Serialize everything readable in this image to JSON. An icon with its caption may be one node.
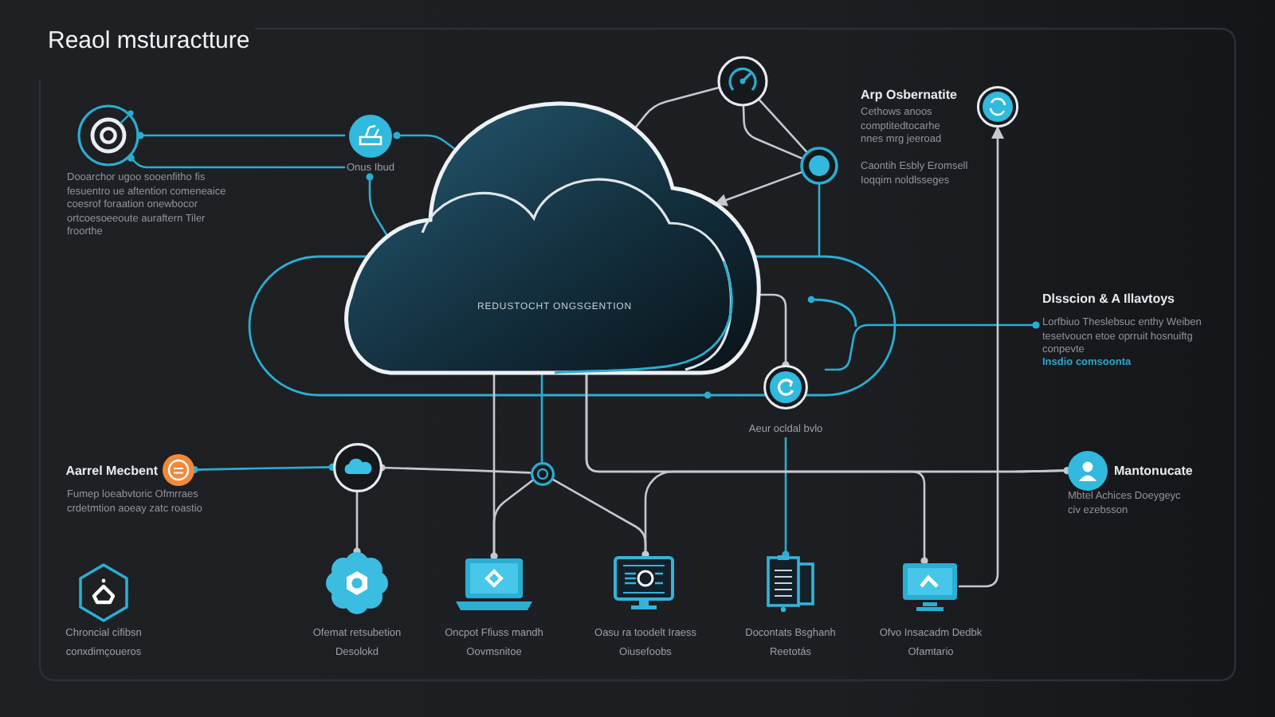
{
  "diagram": {
    "title": "Reaol msturactture",
    "nodes": [
      {
        "text": [],
        "shape": "circle",
        "beside": [
          "Dooarchor ugoo sooenfitho fis fesuentro ue aftention comeneaice coesrof foraation onewbocor ortcoesoeeoute auraftern Tiler froorthe"
        ]
      },
      {
        "text": [
          "Onus Ibud"
        ]
      },
      {
        "text": [
          "REDUSTOCHT ONGSGENTION"
        ]
      },
      {
        "text": [],
        "shape": "circle"
      },
      {
        "text": [],
        "shape": "circle",
        "beside": [
          "Caontih Esbly Eromsell Ioqqim noldlsseges"
        ]
      },
      {
        "text": [],
        "shape": "circle",
        "beside": [
          "Arp Osbernatite",
          "Cethows anoos comptitedtocarhe nnes mrg jeeroad"
        ]
      },
      {
        "text": [
          "Dlsscion & A Illavtoys",
          "Lorfbiuo Theslebsuc enthy Weiben tesetvoucn etoe oprruit hosnuiftg conpevte",
          "Insdio comsoonta"
        ]
      },
      {
        "text": [
          "Aeur ocldal bvlo"
        ]
      },
      {
        "text": [],
        "shape": "circle",
        "beside": [
          "Aarrel Mecbent",
          "Fumep loeabvtoric Ofmrraes crdetmtion aoeay zatc roastio"
        ]
      },
      {
        "text": [],
        "shape": "circle"
      },
      {
        "text": [],
        "shape": "circle"
      },
      {
        "text": [],
        "shape": "circle",
        "beside": [
          "Mantonucate",
          "Mbtel Achices Doeygeyc civ ezebsson"
        ]
      },
      {
        "text": [],
        "shape": "hexagon",
        "beside": [
          "Chroncial cifibsn conxdimçoueros"
        ]
      },
      {
        "text": [],
        "shape": "picture",
        "beside": [
          "Ofemat retsubetion Desolokd"
        ]
      },
      {
        "text": [],
        "shape": "picture",
        "beside": [
          "Oncpot Ffiuss mandh Oovmsnitoe"
        ]
      },
      {
        "text": [],
        "shape": "picture",
        "beside": [
          "Oasu ra toodelt Iraess Oiusefoobs"
        ]
      },
      {
        "text": [],
        "shape": "picture",
        "beside": [
          "Docontats Bsghanh Reetotás"
        ]
      },
      {
        "text": [],
        "shape": "picture",
        "beside": [
          "Ofvo Insacadm Dedbk Ofamtario"
        ]
      }
    ],
    "edges": [
      {
        "from": 0,
        "to": 1,
        "arrow": "other",
        "color": "#2aaed0"
      },
      {
        "from": 0,
        "to": 1,
        "arrow": "other",
        "color": "#2aaed0"
      },
      {
        "from": 1,
        "to": 2,
        "arrow": "other",
        "color": "#2aaed0"
      },
      {
        "from": 1,
        "to": 2,
        "arrow": "other",
        "color": "#2aaed0"
      },
      {
        "from": 2,
        "to": 3,
        "arrow": "none"
      },
      {
        "from": 3,
        "to": 4,
        "arrow": "none"
      },
      {
        "from": 3,
        "to": 4,
        "arrow": "none"
      },
      {
        "from": 4,
        "to": 2,
        "arrow": "to"
      },
      {
        "from": 4,
        "to": null,
        "arrow": "none",
        "color": "#2aaed0"
      },
      {
        "from": 2,
        "to": 7,
        "arrow": "other"
      },
      {
        "from": 7,
        "to": 16,
        "arrow": "other",
        "color": "#2aaed0"
      },
      {
        "from": 7,
        "to": 6,
        "arrow": "other",
        "color": "#2aaed0"
      },
      {
        "from": 8,
        "to": 9,
        "arrow": "other",
        "color": "#2aaed0"
      },
      {
        "from": 9,
        "to": 10,
        "arrow": "other"
      },
      {
        "from": 9,
        "to": 13,
        "arrow": "other"
      },
      {
        "from": 2,
        "to": 10,
        "arrow": "none",
        "color": "#2aaed0"
      },
      {
        "from": 2,
        "to": 14,
        "arrow": "other"
      },
      {
        "from": 10,
        "to": 14,
        "arrow": "none"
      },
      {
        "from": 10,
        "to": 15,
        "arrow": "other"
      },
      {
        "from": 2,
        "to": 11,
        "arrow": "other"
      },
      {
        "from": 15,
        "to": 11,
        "arrow": "none"
      },
      {
        "from": 2,
        "to": 17,
        "arrow": "other"
      },
      {
        "from": 17,
        "to": 5,
        "arrow": "to"
      }
    ]
  }
}
